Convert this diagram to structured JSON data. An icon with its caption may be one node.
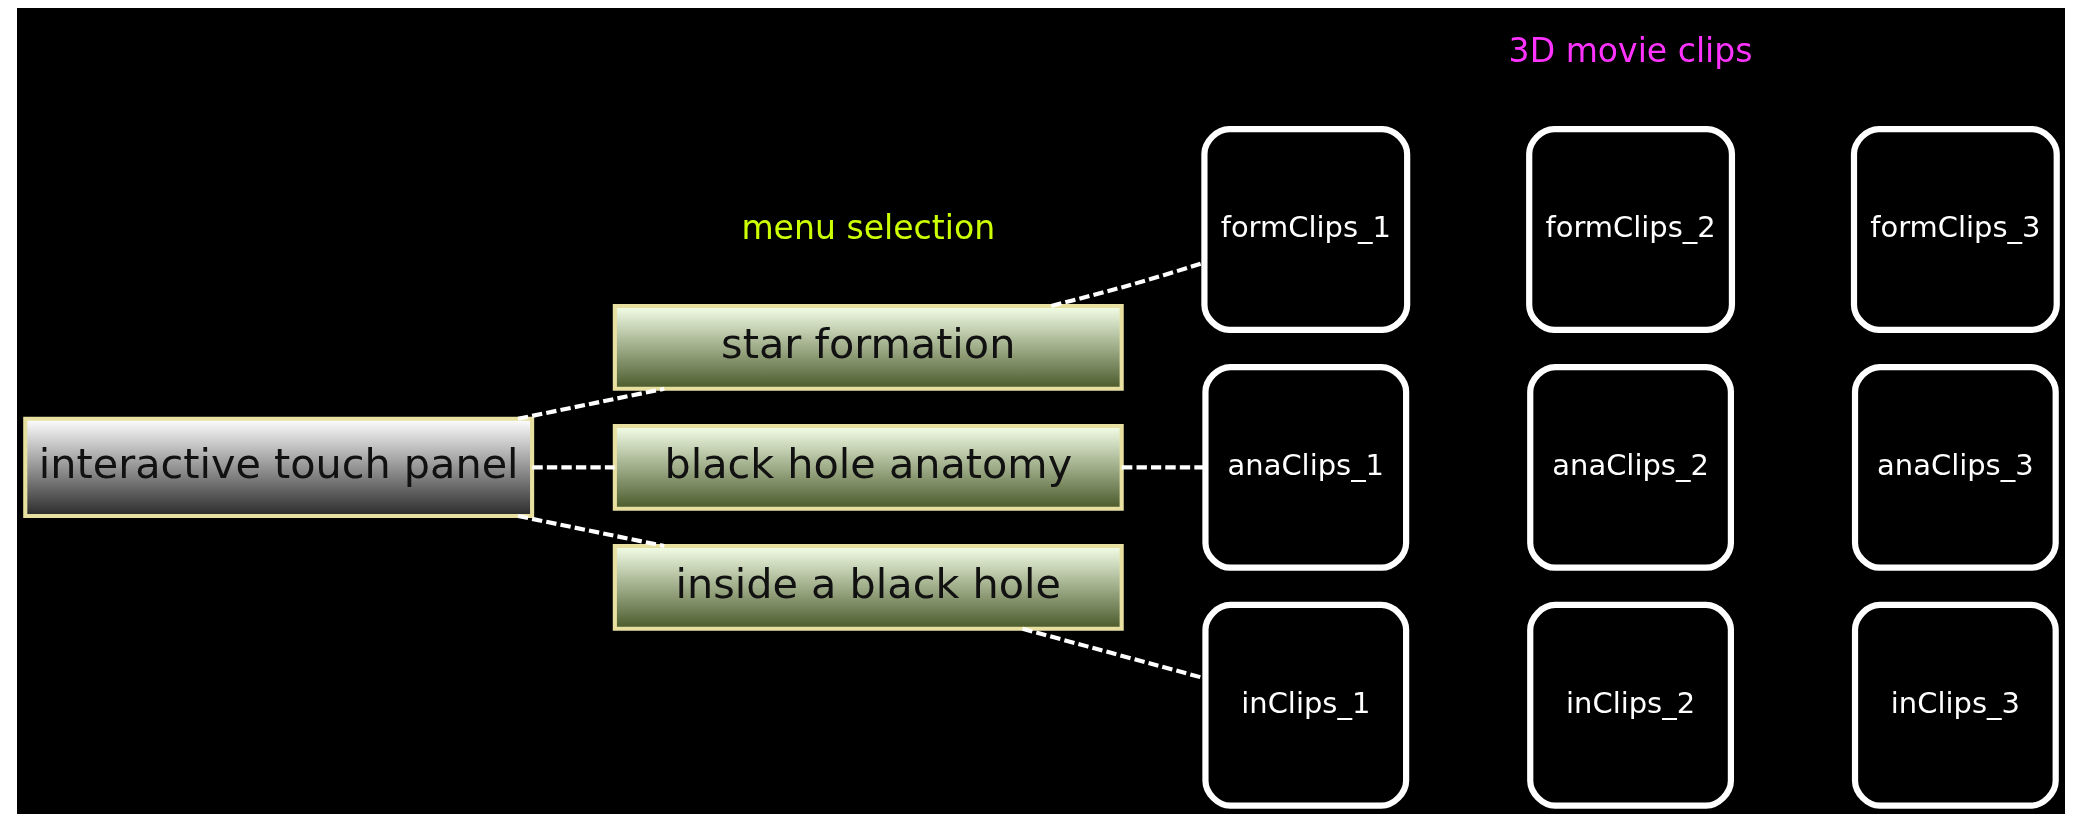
{
  "diagram": {
    "nodes": [
      {
        "text": [
          "interactive touch panel"
        ]
      },
      {
        "text": [
          "star formation"
        ]
      },
      {
        "text": [
          "black hole anatomy"
        ]
      },
      {
        "text": [
          "inside a black hole"
        ]
      },
      {
        "text": [
          "formClips_1"
        ]
      },
      {
        "text": [
          "formClips_2"
        ]
      },
      {
        "text": [
          "formClips_3"
        ]
      },
      {
        "text": [
          "anaClips_1"
        ]
      },
      {
        "text": [
          "anaClips_2"
        ]
      },
      {
        "text": [
          "anaClips_3"
        ]
      },
      {
        "text": [
          "inClips_1"
        ]
      },
      {
        "text": [
          "inClips_2"
        ]
      },
      {
        "text": [
          "inClips_3"
        ]
      }
    ],
    "edges": [
      {
        "from": 0,
        "to": 1,
        "arrow": "none",
        "style": "dashed"
      },
      {
        "from": 0,
        "to": 2,
        "arrow": "none",
        "style": "dashed"
      },
      {
        "from": 0,
        "to": 3,
        "arrow": "none",
        "style": "dashed"
      },
      {
        "from": 1,
        "to": 4,
        "arrow": "none",
        "style": "dashed"
      },
      {
        "from": 2,
        "to": 7,
        "arrow": "none",
        "style": "dashed"
      },
      {
        "from": 3,
        "to": 10,
        "arrow": "none",
        "style": "dashed"
      }
    ],
    "labels": [
      "3D movie clips",
      "menu selection"
    ]
  }
}
